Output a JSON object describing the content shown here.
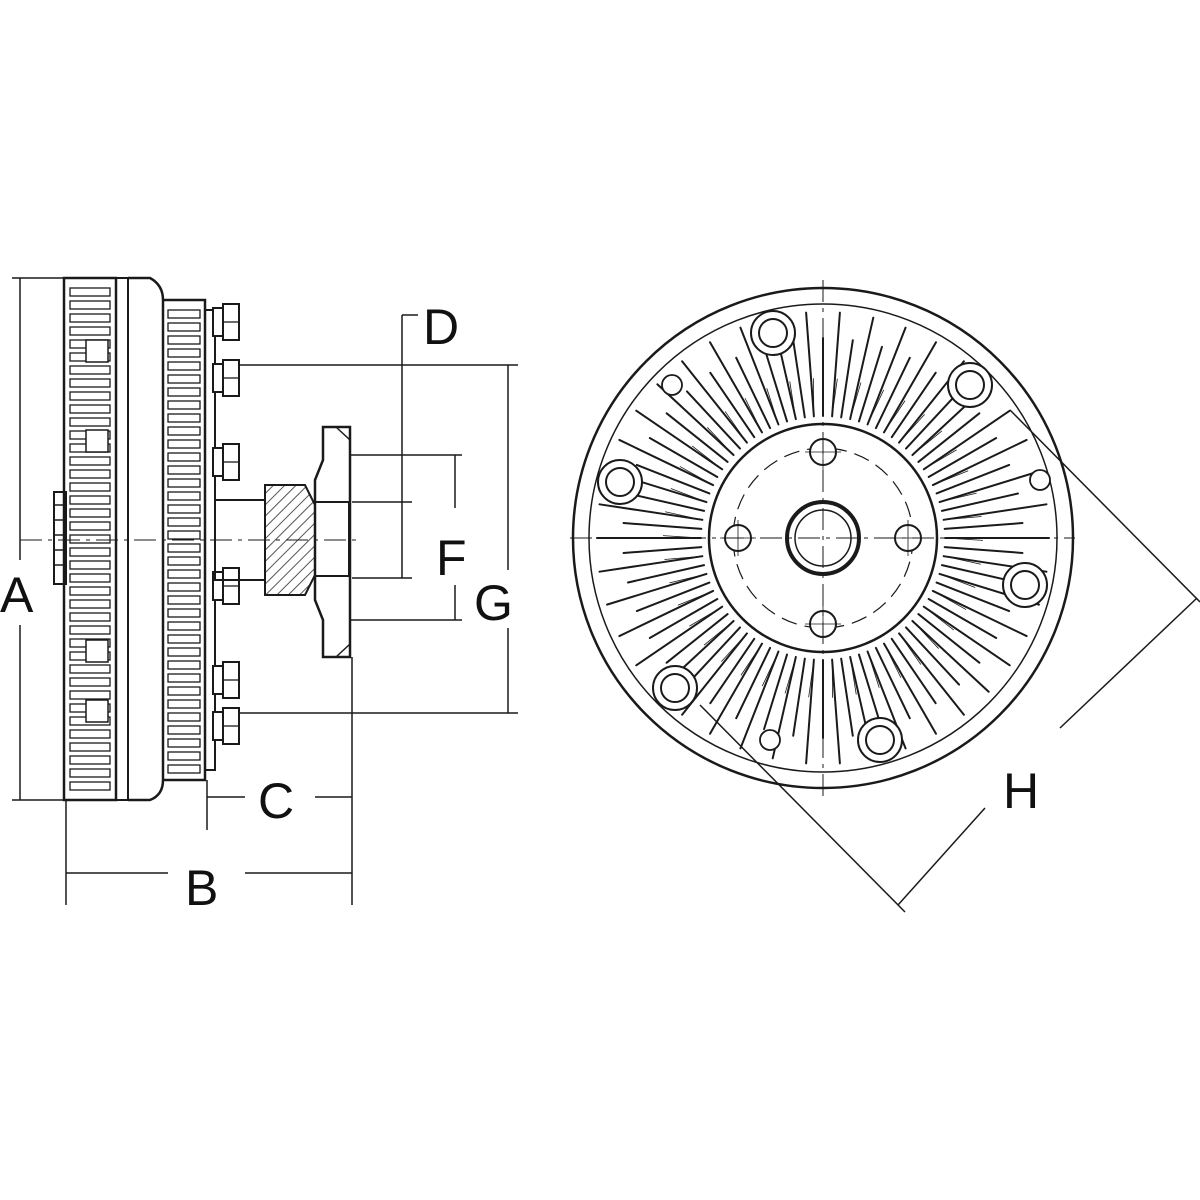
{
  "diagram": {
    "labels": {
      "A": "A",
      "B": "B",
      "C": "C",
      "D": "D",
      "F": "F",
      "G": "G",
      "H": "H"
    },
    "colors": {
      "ink": "#1a1a1a",
      "background": "#ffffff",
      "hatch": "#555555"
    }
  }
}
